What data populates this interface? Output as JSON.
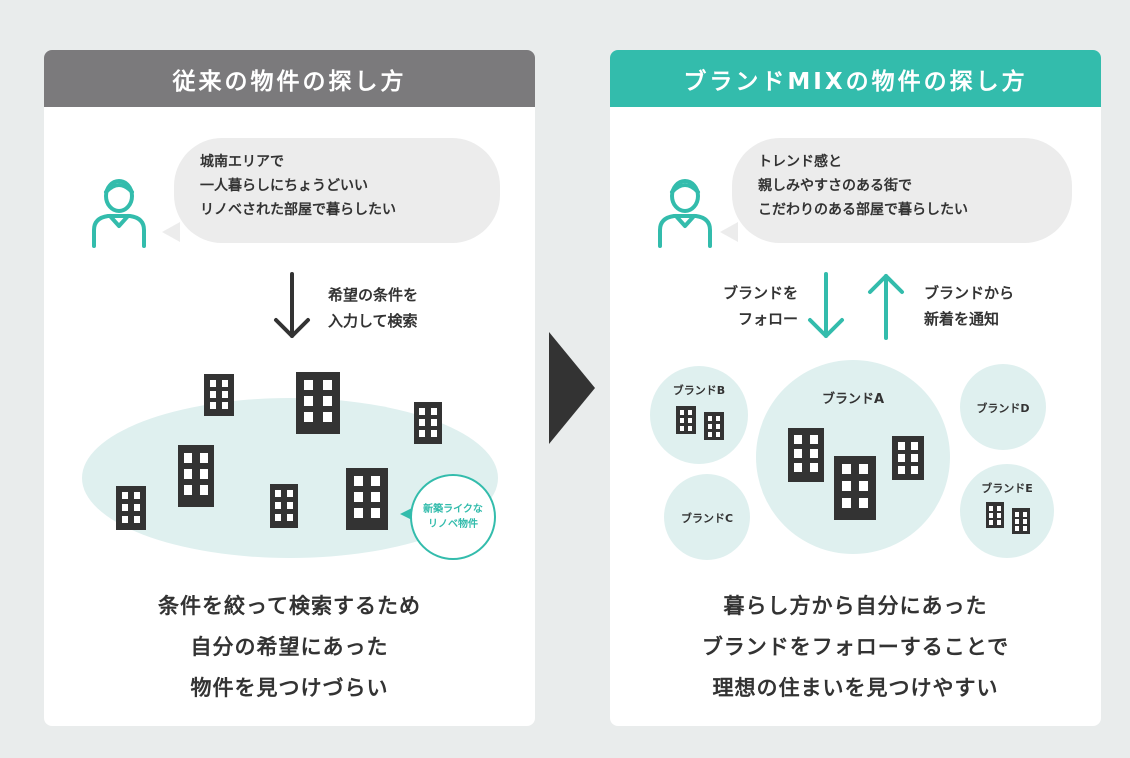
{
  "left_panel": {
    "header": "従来の物件の探し方",
    "speech": [
      "城南エリアで",
      "一人暮らしにちょうどいい",
      "リノベされた部屋で暮らしたい"
    ],
    "step_label": [
      "希望の条件を",
      "入力して検索"
    ],
    "tag": [
      "新築ライクな",
      "リノベ物件"
    ],
    "conclusion": [
      "条件を絞って検索するため",
      "自分の希望にあった",
      "物件を見つけづらい"
    ]
  },
  "right_panel": {
    "header": "ブランドMIXの物件の探し方",
    "speech": [
      "トレンド感と",
      "親しみやすさのある街で",
      "こだわりのある部屋で暮らしたい"
    ],
    "follow_label": [
      "ブランドを",
      "フォロー"
    ],
    "notify_label": [
      "ブランドから",
      "新着を通知"
    ],
    "brands": {
      "a": "ブランドA",
      "b": "ブランドB",
      "c": "ブランドC",
      "d": "ブランドD",
      "e": "ブランドE"
    },
    "conclusion": [
      "暮らし方から自分にあった",
      "ブランドをフォローすることで",
      "理想の住まいを見つけやすい"
    ]
  },
  "colors": {
    "background": "#e9ecec",
    "left_header": "#7b7a7c",
    "right_header": "#33bcac",
    "teal": "#33bcac",
    "light_teal": "#dff0ef",
    "building": "#333333"
  },
  "icons": [
    "person-icon",
    "down-arrow-icon",
    "up-arrow-icon",
    "building-icon",
    "next-arrow-icon"
  ]
}
